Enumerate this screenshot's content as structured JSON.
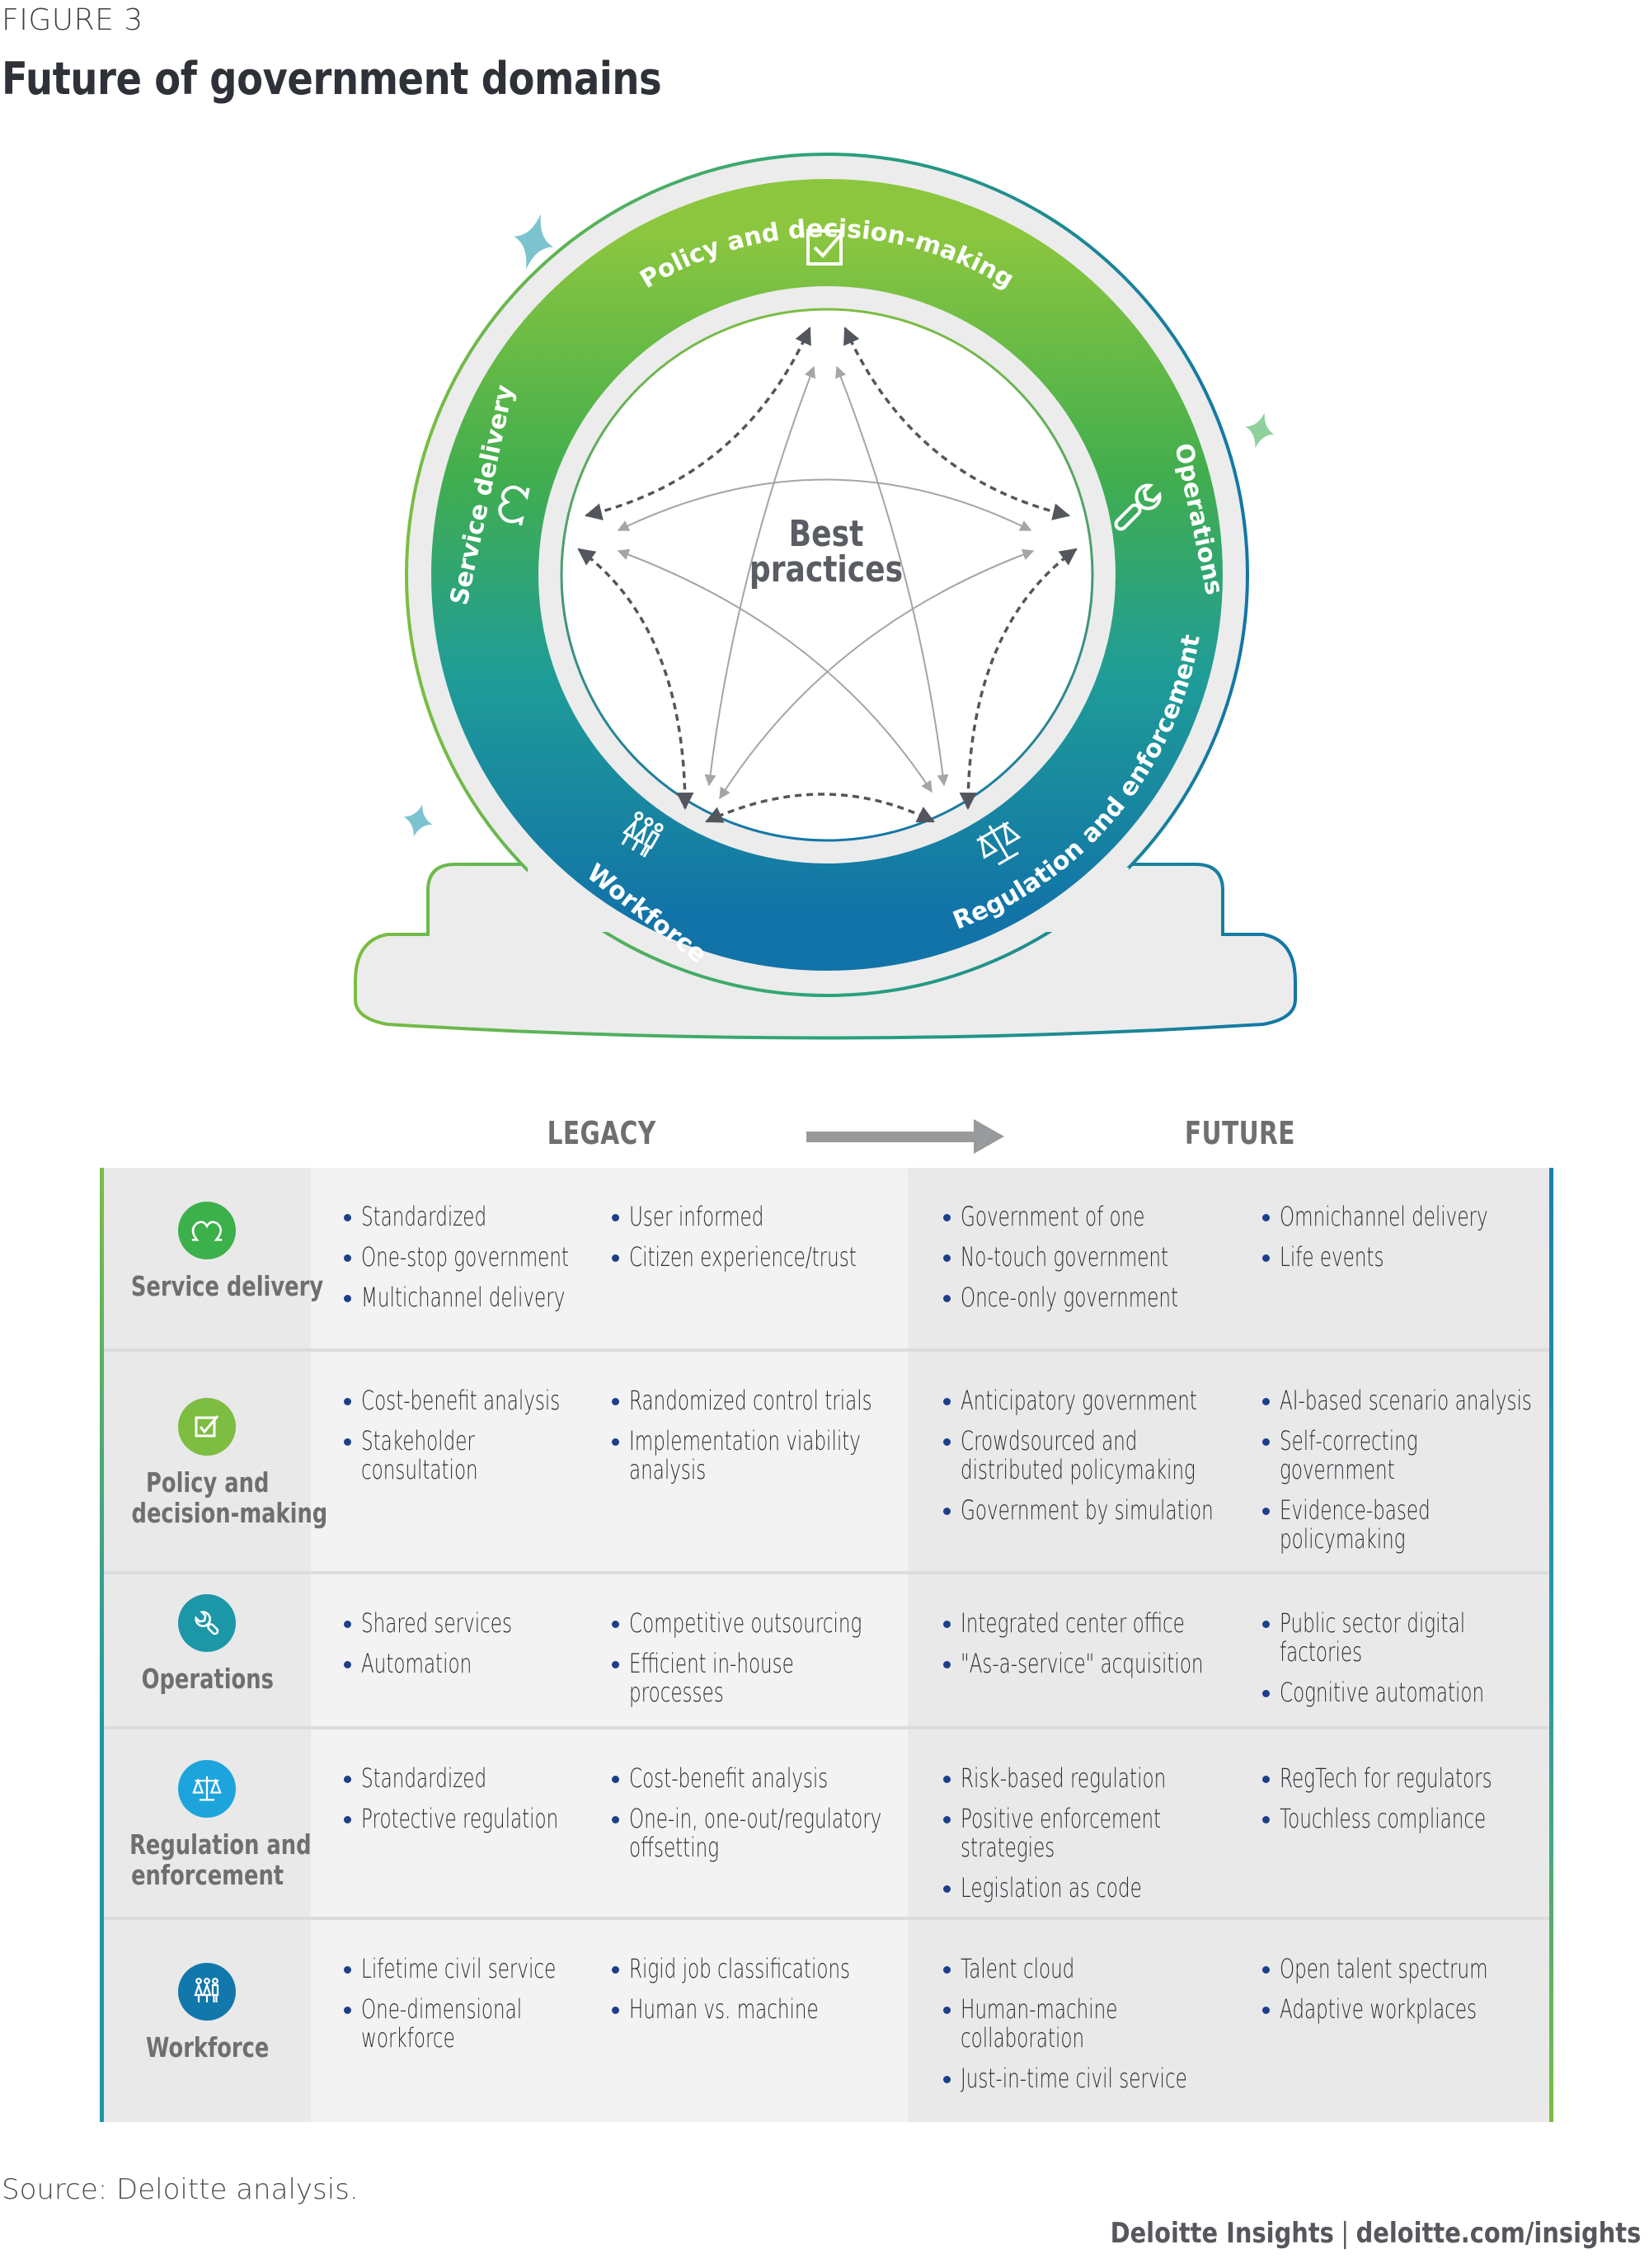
{
  "figure": {
    "label": "FIGURE 3",
    "title": "Future of government domains"
  },
  "diagram": {
    "center_text_line1": "Best",
    "center_text_line2": "practices",
    "domains": [
      {
        "key": "policy",
        "label": "Policy and decision-making",
        "icon": "checkbox-icon"
      },
      {
        "key": "operations",
        "label": "Operations",
        "icon": "wrench-icon"
      },
      {
        "key": "regulation",
        "label": "Regulation and enforcement",
        "icon": "scales-icon"
      },
      {
        "key": "workforce",
        "label": "Workforce",
        "icon": "people-icon"
      },
      {
        "key": "service",
        "label": "Service delivery",
        "icon": "handshake-people-icon"
      }
    ],
    "colors": {
      "ring_top": "#8cc63f",
      "ring_mid": "#3bad4e",
      "ring_lower": "#1e9aa0",
      "ring_bottom": "#1376a8",
      "track": "#ececec",
      "arrow_dark": "#53565c",
      "arrow_light": "#a3a5a8",
      "star_teal": "#7cc3cf",
      "star_green": "#8ed19c"
    }
  },
  "table": {
    "legacy_header": "LEGACY",
    "future_header": "FUTURE",
    "rows": [
      {
        "label_lines": [
          "Service delivery"
        ],
        "icon": "handshake-people-icon",
        "color": "#3cb04a",
        "legacy_col1": [
          "Standardized",
          "One-stop government",
          "Multichannel delivery"
        ],
        "legacy_col2": [
          "User informed",
          "Citizen experience/trust"
        ],
        "future_col1": [
          "Government of one",
          "No-touch government",
          "Once-only government"
        ],
        "future_col2": [
          "Omnichannel delivery",
          "Life events"
        ]
      },
      {
        "label_lines": [
          "Policy and",
          "decision-making"
        ],
        "icon": "checkbox-icon",
        "color": "#7cbd42",
        "legacy_col1": [
          "Cost-benefit analysis",
          "Stakeholder consultation"
        ],
        "legacy_col2": [
          "Randomized control trials",
          "Implementation viability analysis"
        ],
        "future_col1": [
          "Anticipatory government",
          "Crowdsourced and distributed policymaking",
          "Government by simulation"
        ],
        "future_col2": [
          "AI-based scenario analysis",
          "Self-correcting government",
          "Evidence-based policymaking"
        ]
      },
      {
        "label_lines": [
          "Operations"
        ],
        "icon": "wrench-icon",
        "color": "#1b97a8",
        "legacy_col1": [
          "Shared services",
          "Automation"
        ],
        "legacy_col2": [
          "Competitive outsourcing",
          "Efficient in-house processes"
        ],
        "future_col1": [
          "Integrated center office",
          "\"As-a-service\" acquisition"
        ],
        "future_col2": [
          "Public sector digital factories",
          "Cognitive automation"
        ]
      },
      {
        "label_lines": [
          "Regulation and",
          "enforcement"
        ],
        "icon": "scales-icon",
        "color": "#1ea4dc",
        "legacy_col1": [
          "Standardized",
          "Protective regulation"
        ],
        "legacy_col2": [
          "Cost-benefit analysis",
          "One-in, one-out/regulatory offsetting"
        ],
        "future_col1": [
          "Risk-based regulation",
          "Positive enforcement strategies",
          "Legislation as code"
        ],
        "future_col2": [
          "RegTech for regulators",
          "Touchless compliance"
        ]
      },
      {
        "label_lines": [
          "Workforce"
        ],
        "icon": "people-icon",
        "color": "#1277aa",
        "legacy_col1": [
          "Lifetime civil service",
          "One-dimensional workforce"
        ],
        "legacy_col2": [
          "Rigid job classifications",
          "Human vs. machine"
        ],
        "future_col1": [
          "Talent cloud",
          "Human-machine collaboration",
          "Just-in-time civil service"
        ],
        "future_col2": [
          "Open talent spectrum",
          "Adaptive workplaces"
        ]
      }
    ]
  },
  "footer": {
    "source": "Source: Deloitte analysis.",
    "brand": "Deloitte Insights",
    "separator": "|",
    "url": "deloitte.com/insights"
  }
}
